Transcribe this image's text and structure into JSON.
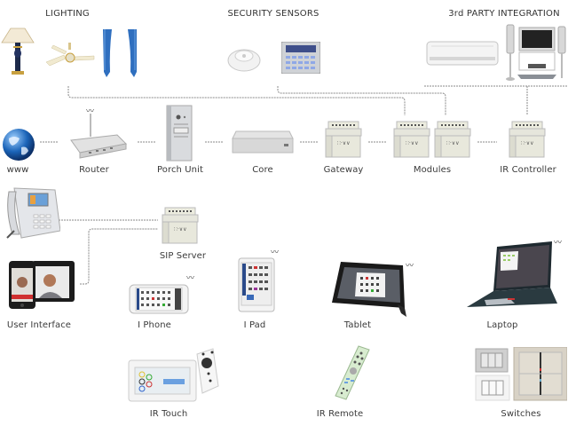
{
  "headers": {
    "lighting": "LIGHTING",
    "security": "SECURITY SENSORS",
    "third_party": "3rd PARTY INTEGRATION"
  },
  "devices": {
    "www": "www",
    "router": "Router",
    "porch_unit": "Porch Unit",
    "core": "Core",
    "gateway": "Gateway",
    "modules": "Modules",
    "ir_controller": "IR Controller",
    "sip_server": "SIP Server",
    "user_interface": "User Interface",
    "iphone": "I Phone",
    "ipad": "I Pad",
    "tablet": "Tablet",
    "laptop": "Laptop",
    "ir_touch": "IR Touch",
    "ir_remote": "IR Remote",
    "switches": "Switches"
  },
  "icons": {
    "wifi": "wifi-signal-icon"
  },
  "colors": {
    "line": "#8a8a8a",
    "module_body": "#e6e6dc",
    "curtain": "#2f6fbf",
    "globe": "#1b64b8"
  }
}
